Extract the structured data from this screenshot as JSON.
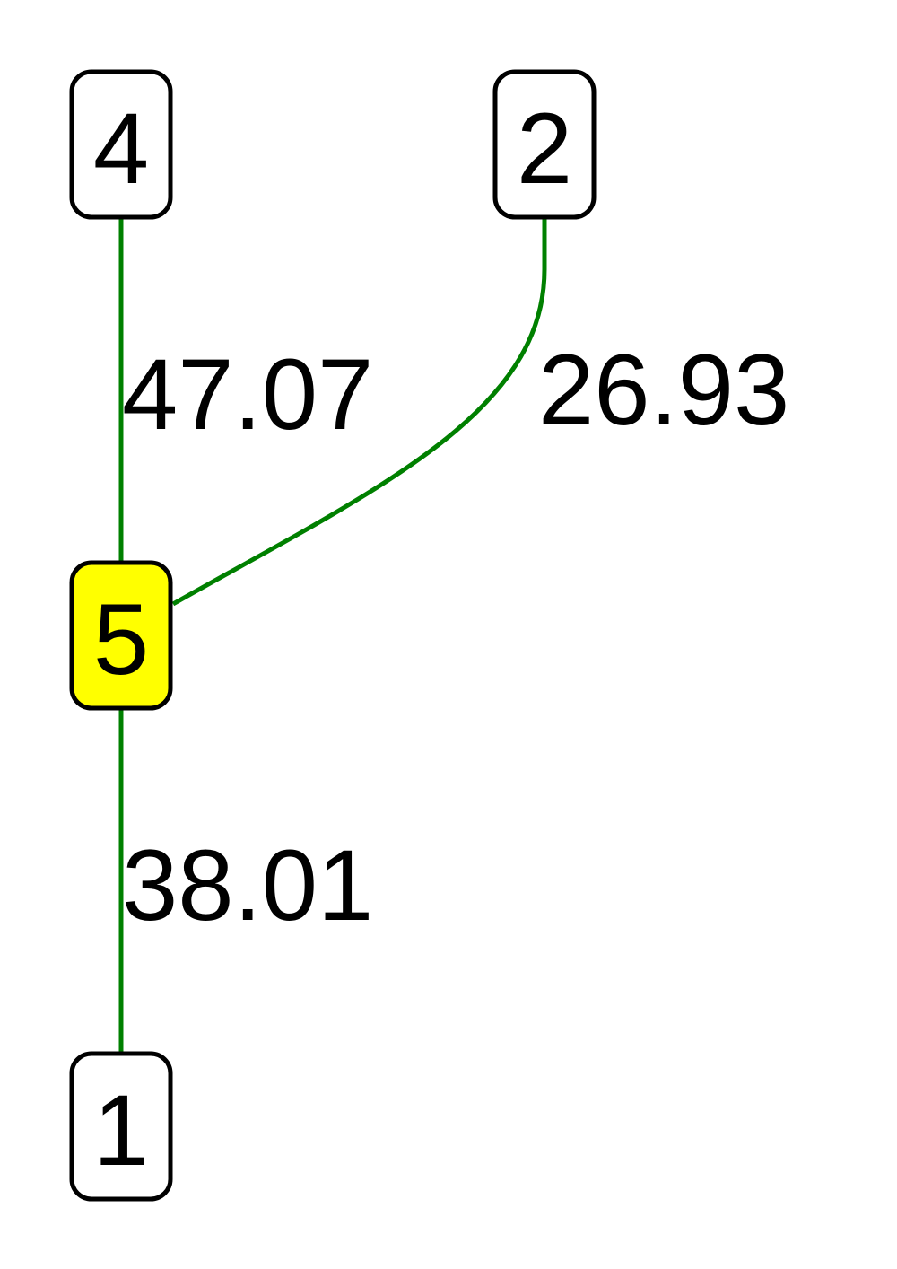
{
  "colors": {
    "edge": "#008000",
    "node_default_fill": "#ffffff",
    "node_highlight_fill": "#ffff00"
  },
  "nodes": [
    {
      "id": "4",
      "label": "4",
      "highlighted": false
    },
    {
      "id": "2",
      "label": "2",
      "highlighted": false
    },
    {
      "id": "5",
      "label": "5",
      "highlighted": true
    },
    {
      "id": "1",
      "label": "1",
      "highlighted": false
    }
  ],
  "edges": [
    {
      "from": "4",
      "to": "5",
      "label": "47.07"
    },
    {
      "from": "2",
      "to": "5",
      "label": "26.93"
    },
    {
      "from": "5",
      "to": "1",
      "label": "38.01"
    }
  ]
}
